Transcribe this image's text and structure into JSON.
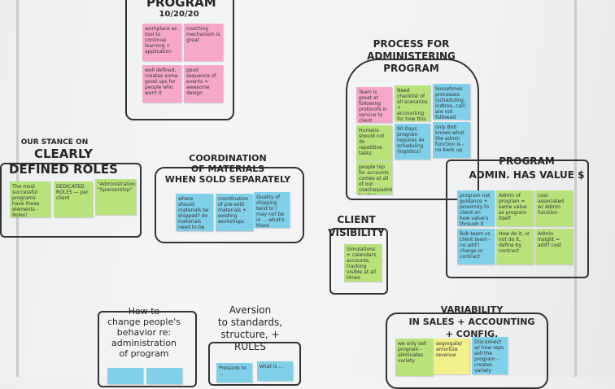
{
  "whiteboard": {
    "program_top": {
      "title": "PROGRAM",
      "date": "10/20/20",
      "notes": [
        "workplace as tool to continue learning + application",
        "coaching mechanism is great",
        "well defined, creates some good ups for people who want it",
        "good sequence of events = awesome design"
      ]
    },
    "process": {
      "title": "PROCESS FOR\nADMINISTERING\nPROGRAM",
      "notes": [
        "Team is great at following protocols in service to client",
        "Need checklist of all scenarios + accounting for how this is done",
        "Sometimes processes (scheduling, Indtrex, call) are not followed",
        "Humans should not do repetitive tasks",
        "90 Days program requires 4x scheduling (logistics)",
        "only Bob knows what the admin function is - no back up",
        "people top for accounts comes at all of our coaches/admin burden"
      ]
    },
    "stance": {
      "subtitle": "OUR STANCE ON",
      "title": "CLEARLY\nDEFINED ROLES",
      "notes": [
        "The most successful programs have these elements - Roles!",
        "DEDICATED ROLES — per client",
        "\"Administration\" \"Sponsorship\""
      ]
    },
    "coordination": {
      "title": "COORDINATION\nOF MATERIALS\nWHEN SOLD SEPARATELY",
      "notes": [
        "where should materials be shipped? do materials need to be sold separately?",
        "coordination of pre-sold materials + existing workshops",
        "Quality of shipping tend to / may not be in ... what's there"
      ]
    },
    "admin_value": {
      "title": "PROGRAM\nADMIN. HAS VALUE $",
      "notes": [
        "program not guidance + proximity to client on how value's through it",
        "Admin of program = same value as program itself",
        "cost associated w/ Admin function",
        "Bob team vs client team - no add'l charge or contract",
        "How do it, or not do it, define by contract",
        "Admin insight = add'l cost"
      ]
    },
    "client_visibility": {
      "title": "CLIENT\nVISIBILITY",
      "notes": [
        "Simulations + calendars, accounts, tracking visible at all times"
      ]
    },
    "change_behavior": {
      "title": "How to\nchange people's\nbehavior re:\nadministration\nof program"
    },
    "aversion": {
      "title": "Aversion\nto standards,\nstructure, +\nRULES",
      "notes": [
        "Pressure to ...",
        "what is ..."
      ]
    },
    "variability": {
      "title": "VARIABILITY\nIN SALES + ACCOUNTING\n+ CONFIG.",
      "notes": [
        "we only sell program - eliminates variety",
        "segregate/ amortize revenue",
        "Disconnect w/ how reps sell the program - creates variety"
      ]
    }
  }
}
